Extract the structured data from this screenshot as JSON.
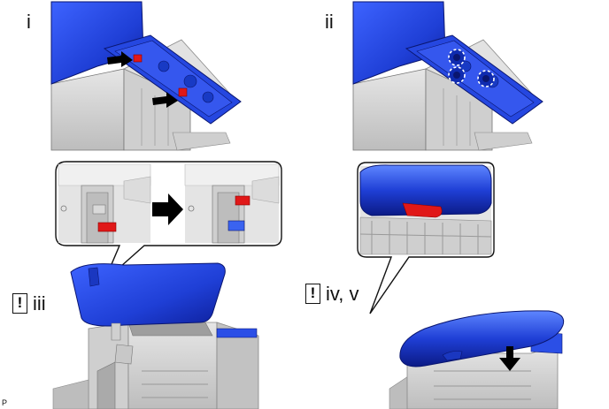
{
  "panels": {
    "i": {
      "label": "i"
    },
    "ii": {
      "label": "ii"
    },
    "iii": {
      "warning_symbol": "!",
      "label": "iii"
    },
    "iv_v": {
      "warning_symbol": "!",
      "label": "iv, v"
    }
  },
  "corner_code": "P",
  "colors": {
    "part_blue": "#1f3fd6",
    "part_blue_dark": "#0d1f9a",
    "clip_red": "#e01818",
    "housing_gray": "#d4d4d4",
    "arrow_black": "#000000"
  },
  "icons": [
    "arrow-right-icon",
    "arrow-down-icon",
    "dashed-circle-icon",
    "warning-box-icon"
  ]
}
